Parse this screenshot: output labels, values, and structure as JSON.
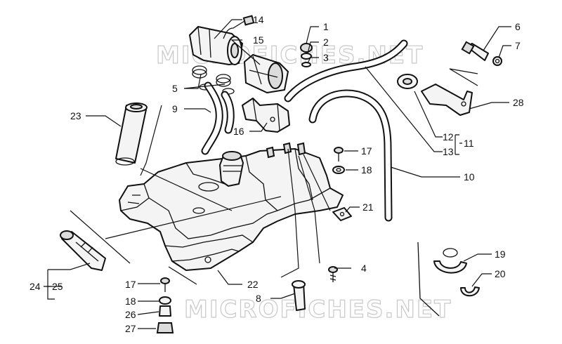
{
  "watermark": {
    "top": "MICROFICHES.NET",
    "bottom": "MICROFICHES.NET"
  },
  "callouts": {
    "c1": "1",
    "c2": "2",
    "c3": "3",
    "c4": "4",
    "c5": "5",
    "c6": "6",
    "c7": "7",
    "c8": "8",
    "c9": "9",
    "c10": "10",
    "c11": "11",
    "c12": "12",
    "c13": "13",
    "c14": "14",
    "c15": "15",
    "c16": "16",
    "c17a": "17",
    "c17b": "17",
    "c18a": "18",
    "c18b": "18",
    "c19": "19",
    "c20": "20",
    "c21": "21",
    "c22": "22",
    "c23": "23",
    "c24": "24",
    "c25": "25",
    "c26": "26",
    "c27": "27",
    "c28": "28"
  }
}
